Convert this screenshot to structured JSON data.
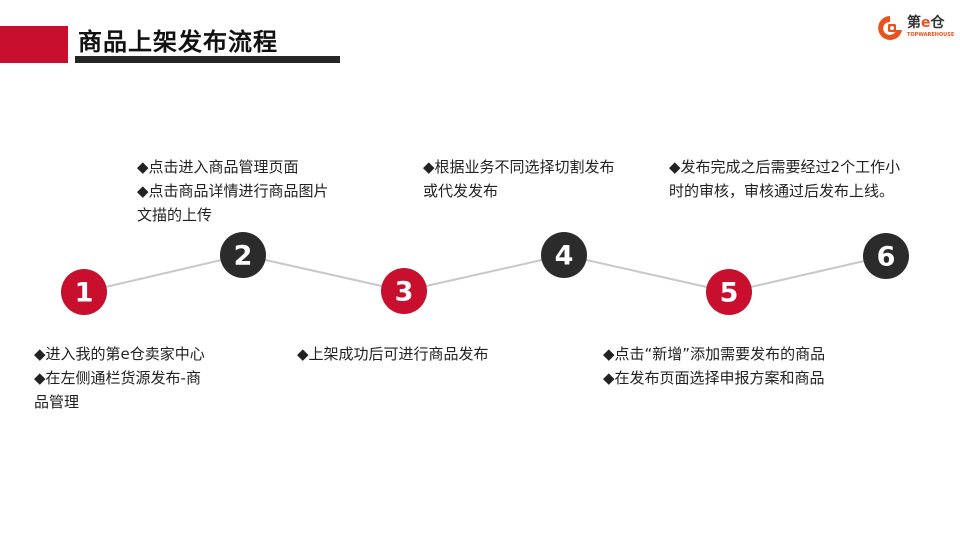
{
  "title": "商品上架发布流程",
  "logo": {
    "name_part1": "第",
    "name_part2": "e",
    "name_part3": "仓",
    "subtitle": "TOPWAREHOUSE",
    "icon": "logo-e-icon",
    "brand_color": "#e8521e"
  },
  "colors": {
    "accent_red": "#c8102e",
    "node_dark": "#2b2b2b",
    "connector": "#c8c8c8"
  },
  "steps": [
    {
      "label": "1",
      "color": "red",
      "lines": [
        "◆进入我的第e仓卖家中心",
        "◆在左侧通栏货源发布-商",
        "品管理"
      ]
    },
    {
      "label": "2",
      "color": "dark",
      "lines": [
        "◆点击进入商品管理页面",
        "◆点击商品详情进行商品图片",
        "文描的上传"
      ]
    },
    {
      "label": "3",
      "color": "red",
      "lines": [
        "◆上架成功后可进行商品发布"
      ]
    },
    {
      "label": "4",
      "color": "dark",
      "lines": [
        "◆根据业务不同选择切割发布",
        "或代发发布"
      ]
    },
    {
      "label": "5",
      "color": "red",
      "lines": [
        "◆点击“新增”添加需要发布的商品",
        "◆在发布页面选择申报方案和商品"
      ]
    },
    {
      "label": "6",
      "color": "dark",
      "lines": [
        "◆发布完成之后需要经过2个工作小",
        "时的审核，审核通过后发布上线。"
      ]
    }
  ]
}
